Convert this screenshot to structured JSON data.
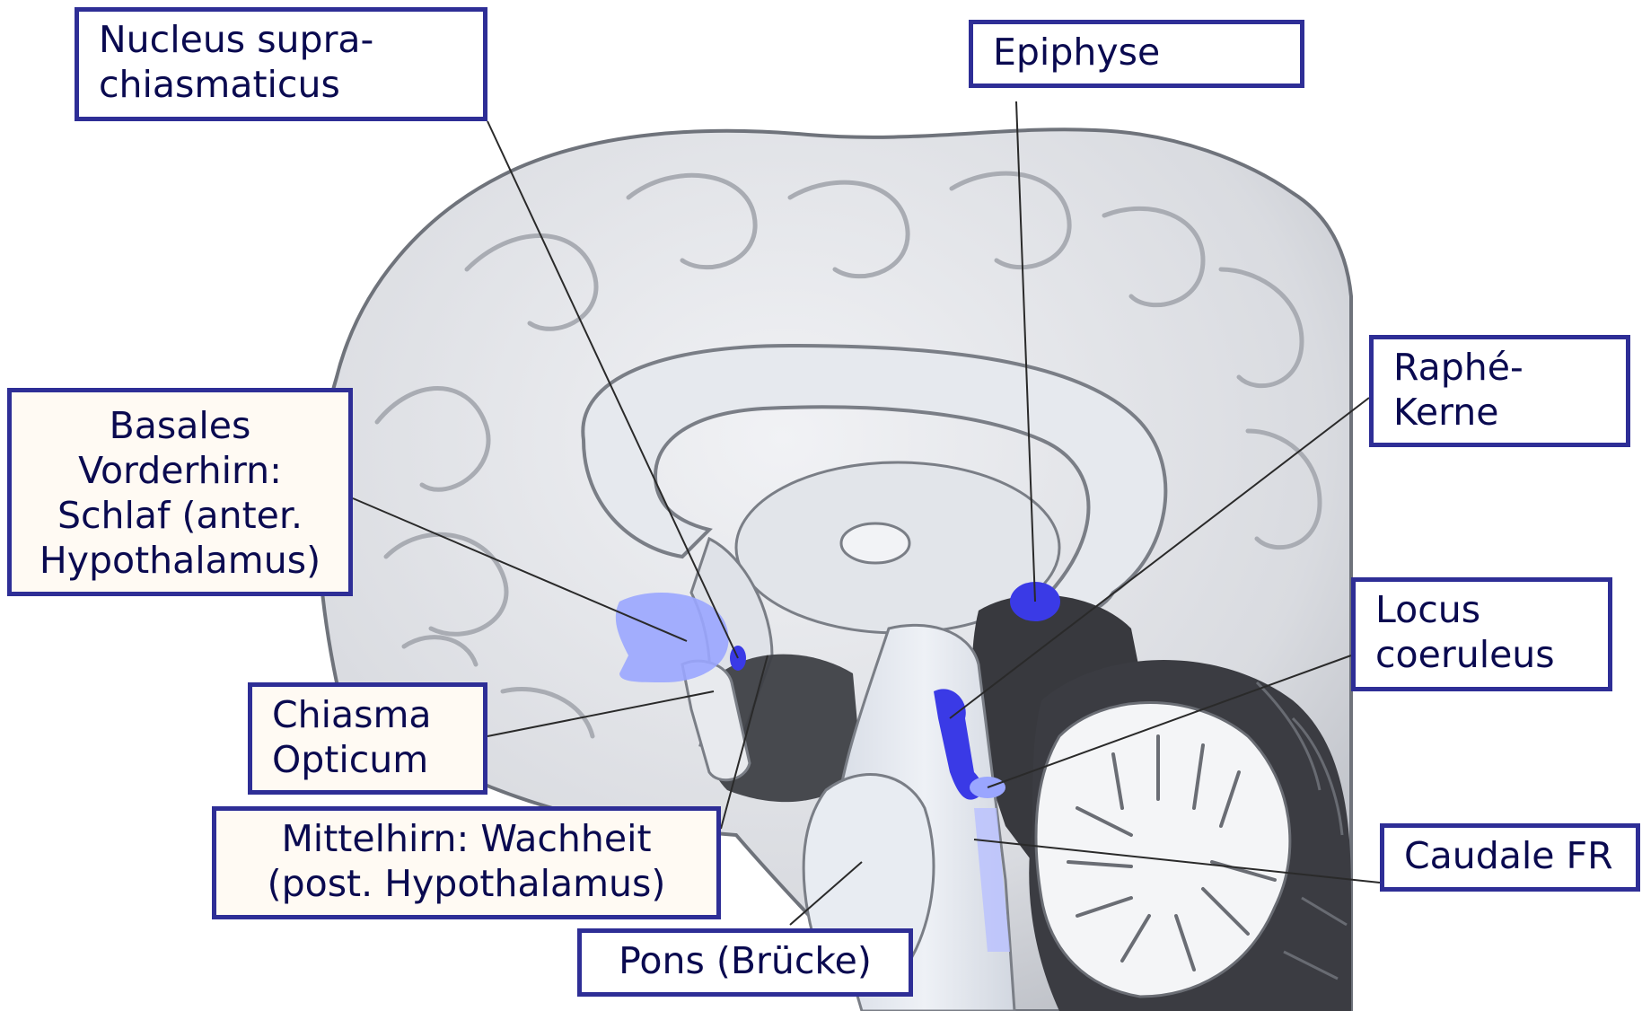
{
  "colors": {
    "border": "#2e2e96",
    "text": "#0a0a50",
    "highlight_strong": "#3a3ae6",
    "highlight_soft": "#9aa6ff",
    "brain_light": "#e4e6ea",
    "brain_dark": "#3a3b40"
  },
  "labels": {
    "scn": "Nucleus supra-\nchiasmaticus",
    "epiphyse": "Epiphyse",
    "basales": "Basales\nVorderhirn:\nSchlaf (anter.\nHypothalamus)",
    "raphe": "Raphé-\nKerne",
    "locus": "Locus\ncoeruleus",
    "chiasma": "Chiasma\nOpticum",
    "mittelhirn": "Mittelhirn: Wachheit\n(post. Hypothalamus)",
    "caudale": "Caudale FR",
    "pons": "Pons (Brücke)"
  }
}
